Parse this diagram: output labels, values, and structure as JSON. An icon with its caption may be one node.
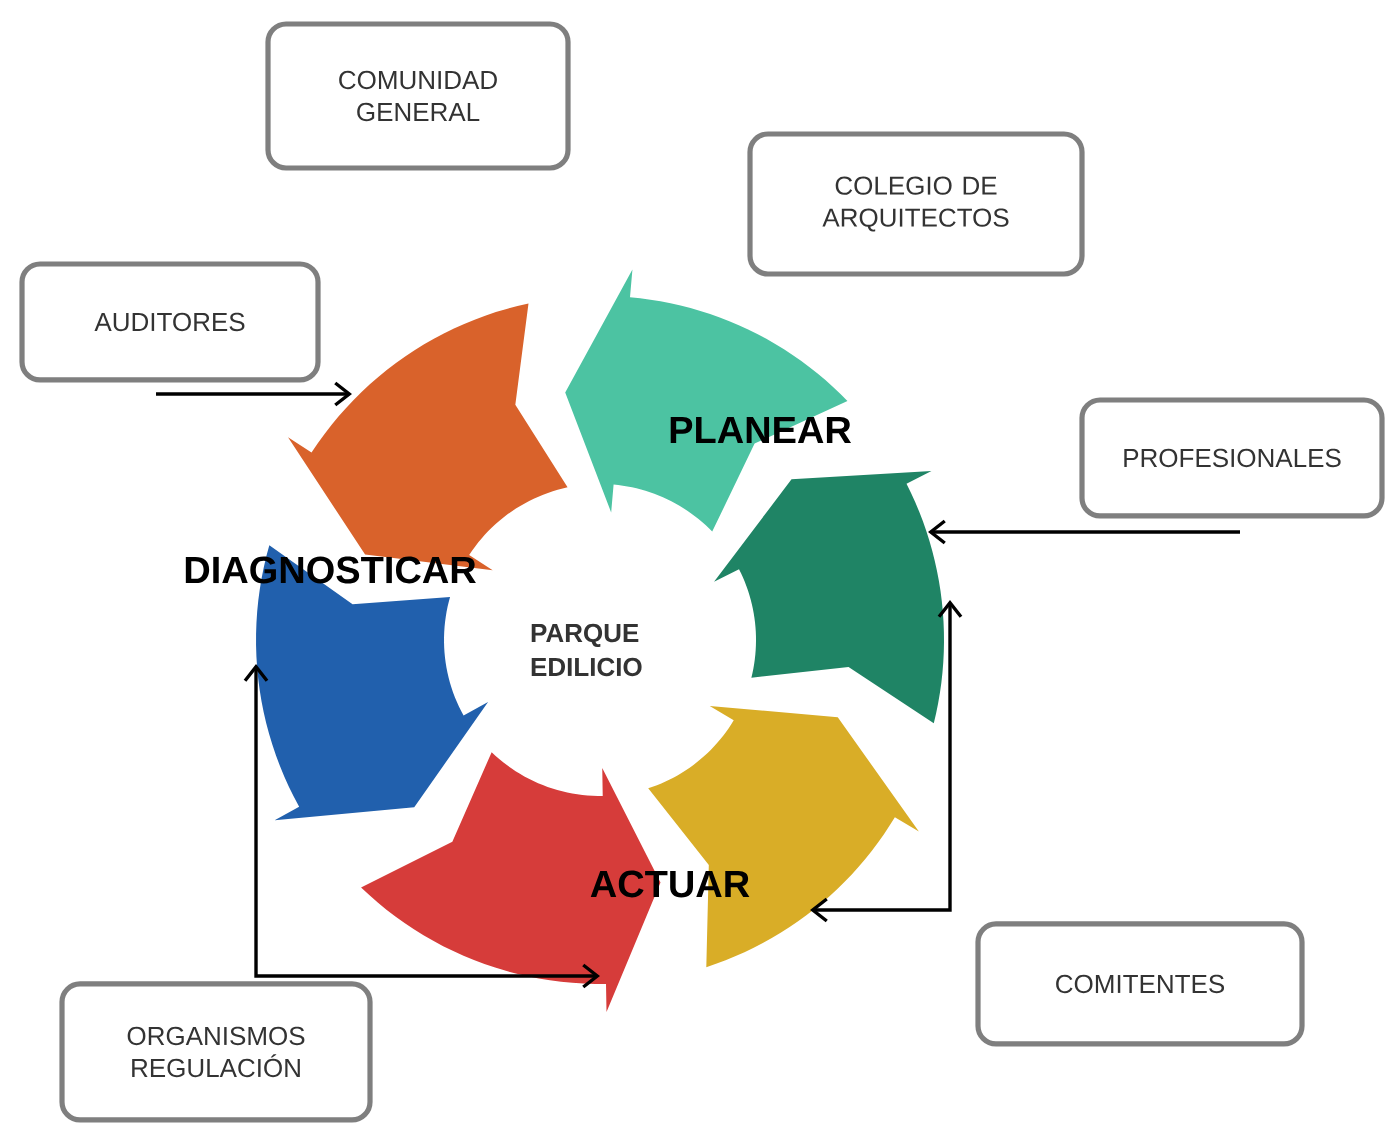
{
  "diagram": {
    "nodes": [
      {
        "text": [
          "COMUNIDAD GENERAL"
        ]
      },
      {
        "text": [
          "COLEGIO DE ARQUITECTOS"
        ]
      },
      {
        "text": [
          "AUDITORES"
        ]
      },
      {
        "text": [
          "PROFESIONALES"
        ]
      },
      {
        "text": [],
        "shape": "arrow"
      },
      {
        "text": [],
        "shape": "arrow"
      },
      {
        "text": [],
        "shape": "arrow"
      },
      {
        "text": [
          "PARQUE EDILICIO"
        ]
      },
      {
        "text": [],
        "shape": "arrow"
      },
      {
        "text": [],
        "shape": "arrow"
      },
      {
        "text": [],
        "shape": "arrow"
      },
      {
        "text": [
          "COMITENTES"
        ]
      },
      {
        "text": [
          "ORGANISMOS REGULACIÓN"
        ]
      }
    ],
    "edges": [
      {
        "from": 2,
        "to": 4,
        "arrow": "to"
      },
      {
        "from": 3,
        "to": 6,
        "arrow": "to"
      },
      {
        "from": 9,
        "to": 6,
        "arrow": "both"
      },
      {
        "from": 8,
        "to": 10,
        "arrow": "both"
      }
    ],
    "labels": [
      "PLANEAR",
      "DIAGNOSTICAR",
      "ACTUAR"
    ]
  }
}
